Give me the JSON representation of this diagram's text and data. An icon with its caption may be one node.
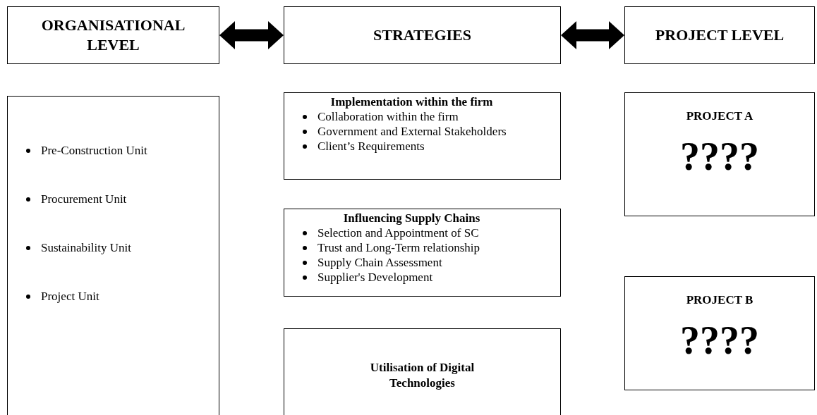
{
  "diagram": {
    "nodes": [
      {
        "text": [
          "ORGANISATIONAL LEVEL"
        ]
      },
      {
        "text": [
          "STRATEGIES"
        ]
      },
      {
        "text": [
          "PROJECT LEVEL"
        ]
      },
      {
        "text": [
          "Pre-Construction Unit",
          "Procurement Unit",
          "Sustainability Unit",
          "Project Unit"
        ]
      },
      {
        "text": [
          "Implementation within the firm",
          "Collaboration within the firm",
          "Government and External Stakeholders",
          "Client’s Requirements"
        ]
      },
      {
        "text": [
          "Influencing Supply Chains",
          "Selection and Appointment of SC",
          "Trust and Long-Term relationship",
          "Supply Chain Assessment",
          "Supplier's Development"
        ]
      },
      {
        "text": [
          "Utilisation of Digital Technologies"
        ]
      },
      {
        "text": [
          "PROJECT A",
          "????"
        ]
      },
      {
        "text": [
          "PROJECT B",
          "????"
        ]
      }
    ],
    "edges": [
      {
        "from": 0,
        "to": 1,
        "arrow": "both"
      },
      {
        "from": 1,
        "to": 2,
        "arrow": "both"
      }
    ]
  }
}
